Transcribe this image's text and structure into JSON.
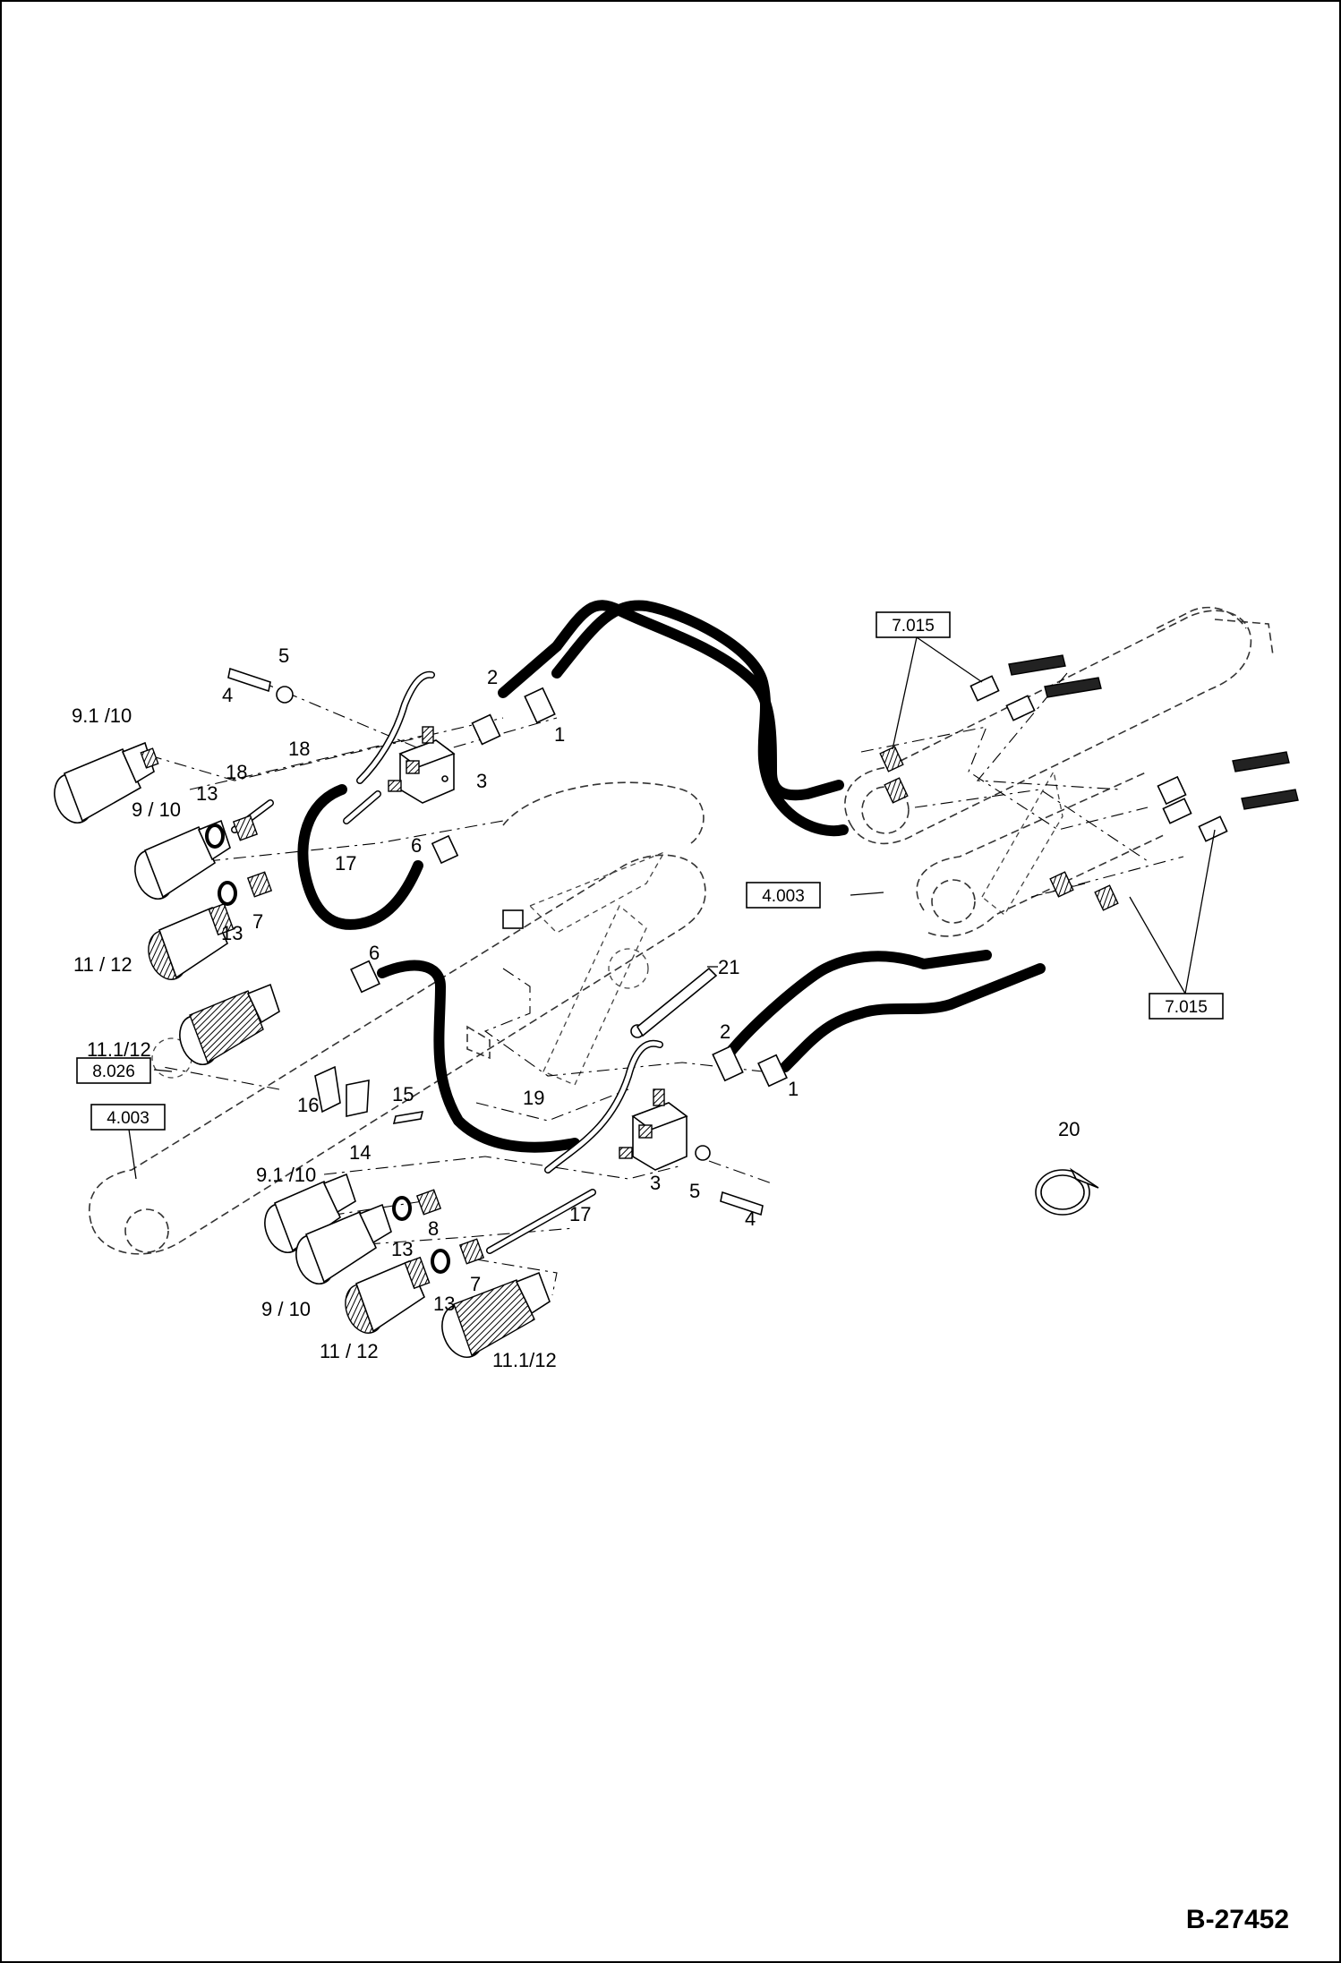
{
  "document_id": "B-27452",
  "reference_boxes": [
    {
      "label": "7.015"
    },
    {
      "label": "4.003"
    },
    {
      "label": "7.015"
    },
    {
      "label": "8.026"
    },
    {
      "label": "4.003"
    }
  ],
  "part_numbers": {
    "upper_bolt": "4",
    "upper_washer": "5",
    "upper_coupling_top": "9.1 /10",
    "upper_coupling_2": "9 / 10",
    "upper_seal_a": "13",
    "upper_seal_b": "13",
    "upper_adapter_18": "18",
    "upper_line_18": "18",
    "upper_adapter_7": "7",
    "upper_coupling_3": "11 / 12",
    "upper_coupling_4": "11.1/12",
    "upper_valve": "3",
    "upper_hose_17": "17",
    "upper_fitting_6": "6",
    "upper_hose_2": "2",
    "upper_hose_1": "1",
    "mid_fitting_6": "6",
    "clamp_21": "21",
    "lower_hose_2": "2",
    "lower_hose_1": "1",
    "clip_16": "16",
    "clamp_14": "14",
    "bolt_15": "15",
    "lower_line_19": "19",
    "lower_valve": "3",
    "lower_washer": "5",
    "lower_bolt": "4",
    "lower_hose_17": "17",
    "lower_coupling_top": "9.1 /10",
    "lower_seal_a": "13",
    "lower_adapter_8": "8",
    "lower_coupling_2": "9 / 10",
    "lower_seal_b": "13",
    "lower_adapter_7": "7",
    "lower_coupling_3": "11 / 12",
    "lower_coupling_4": "11.1/12",
    "cable_tie": "20"
  }
}
